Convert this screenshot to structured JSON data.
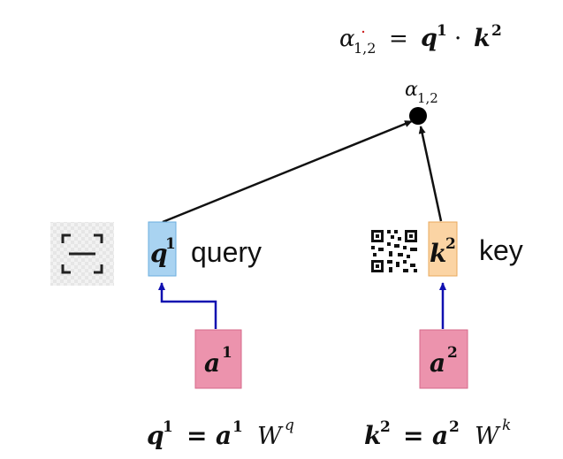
{
  "top_formula": {
    "alpha": "α",
    "alpha_sub": "1,2",
    "equals": "=",
    "q": "q",
    "q_sup": "1",
    "dot": "·",
    "k": "k",
    "k_sup": "2"
  },
  "node_label": {
    "alpha": "α",
    "alpha_sub": "1,2"
  },
  "query_box": {
    "symbol": "q",
    "sup": "1",
    "word": "query"
  },
  "key_box": {
    "symbol": "k",
    "sup": "2",
    "word": "key"
  },
  "input_left": {
    "symbol": "a",
    "sup": "1"
  },
  "input_right": {
    "symbol": "a",
    "sup": "2"
  },
  "formula_left": {
    "lhs": "q",
    "lhs_sup": "1",
    "equals": "=",
    "a": "a",
    "a_sup": "1",
    "w": "W",
    "w_sup": "q"
  },
  "formula_right": {
    "lhs": "k",
    "lhs_sup": "2",
    "equals": "=",
    "a": "a",
    "a_sup": "2",
    "w": "W",
    "w_sup": "k"
  },
  "colors": {
    "query_fill": "#a9d3f1",
    "query_stroke": "#6aaede",
    "key_fill": "#fbd4a4",
    "key_stroke": "#e8a85c",
    "input_fill": "#ec93ad",
    "input_stroke": "#d66a8a",
    "input_arrow": "#1010b0",
    "output_arrow": "#111111"
  }
}
